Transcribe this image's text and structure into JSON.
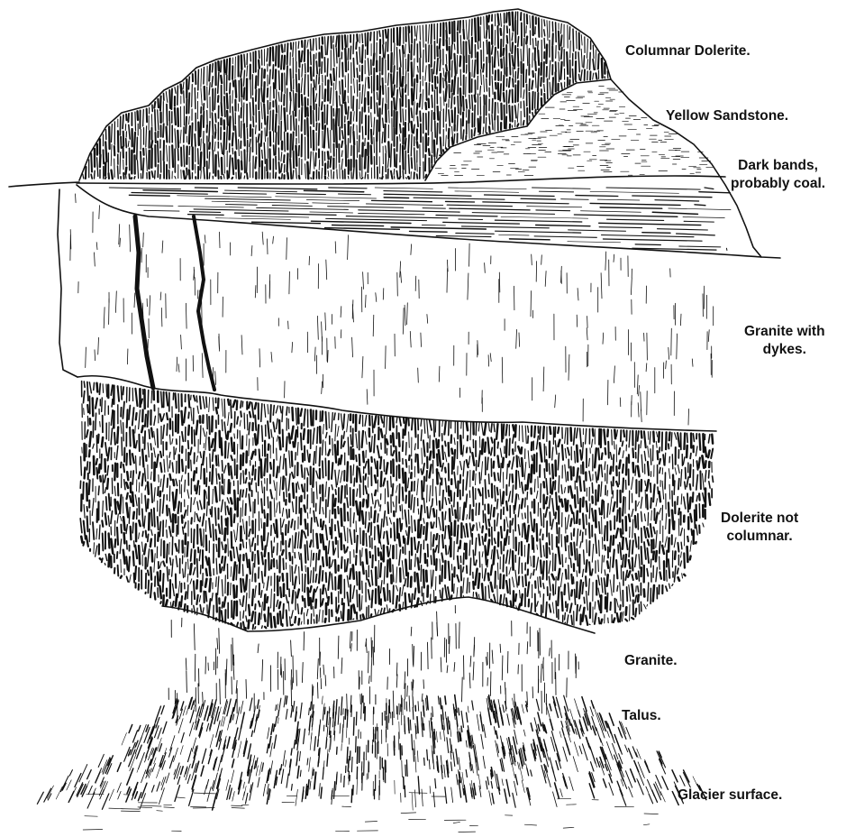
{
  "labels": {
    "columnar_dolerite": "Columnar Dolerite.",
    "yellow_sandstone": "Yellow Sandstone.",
    "dark_bands_line1": "Dark bands,",
    "dark_bands_line2": "probably coal.",
    "granite_with_dykes_line1": "Granite with",
    "granite_with_dykes_line2": "dykes.",
    "dolerite_not_columnar_line1": "Dolerite not",
    "dolerite_not_columnar_line2": "columnar.",
    "granite": "Granite.",
    "talus": "Talus.",
    "glacier_surface": "Glacier surface."
  },
  "colors": {
    "ink": "#111111",
    "paper": "#ffffff"
  }
}
